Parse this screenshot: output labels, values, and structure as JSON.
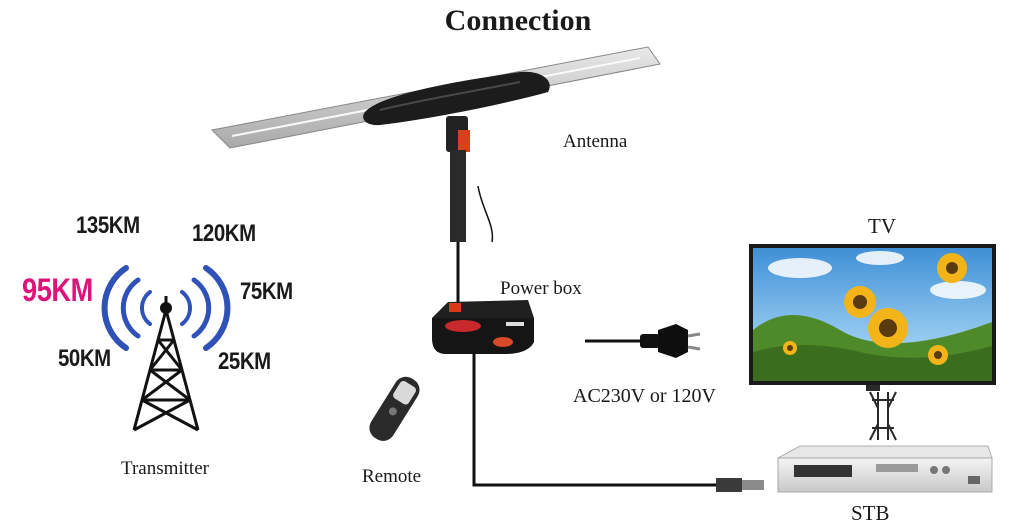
{
  "title": "Connection",
  "labels": {
    "antenna": "Antenna",
    "tv": "TV",
    "power_box": "Power box",
    "ac": "AC230V or 120V",
    "transmitter": "Transmitter",
    "remote": "Remote",
    "stb": "STB"
  },
  "ranges": {
    "r135": "135KM",
    "r120": "120KM",
    "r95": "95KM",
    "r75": "75KM",
    "r50": "50KM",
    "r25": "25KM"
  },
  "colors": {
    "highlight": "#e0127a",
    "wave": "#2f52b8",
    "cable": "#111111"
  }
}
